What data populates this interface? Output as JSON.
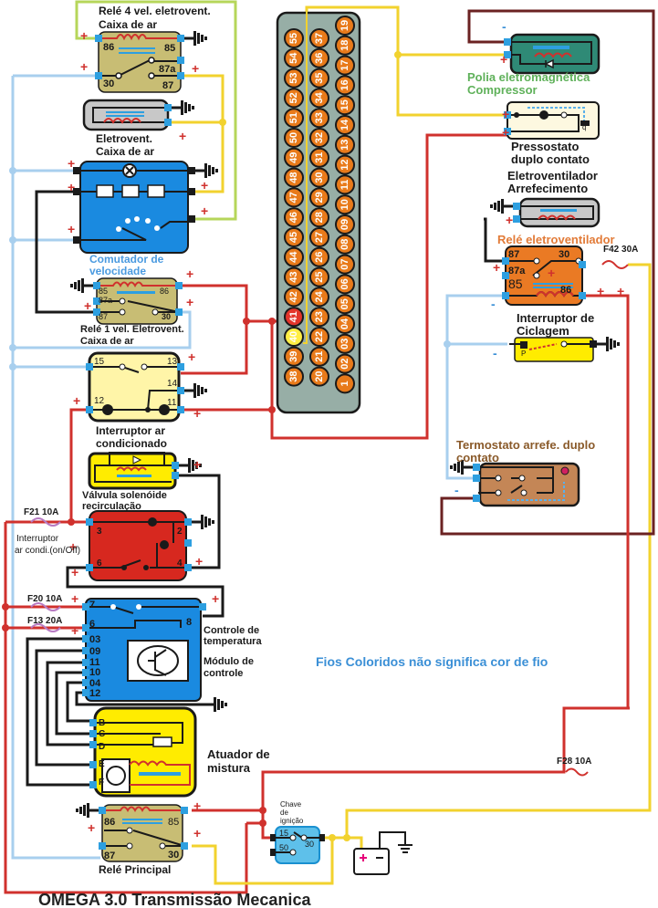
{
  "title": "OMEGA 3.0 Transmissão Mecanica",
  "note": "Fios Coloridos não significa cor de fio",
  "colors": {
    "wire_red": "#d0312d",
    "wire_lightblue": "#a8cfee",
    "wire_yellow": "#f2d22e",
    "wire_lime": "#b6d65a",
    "wire_darkred": "#6b2222",
    "wire_black": "#1a1a1a",
    "relay_olive": "#c8bd74",
    "module_blue": "#1a8ae0",
    "switch_yellow": "#fff5a8",
    "valve_yellow": "#ffec00",
    "red_box": "#d7281f",
    "pulley_teal": "#2f8a76",
    "fan_relay_orange": "#ea7a24",
    "thermostat_brown": "#c48656",
    "connector_grey": "#97aea6",
    "pin_orange": "#e87a1a",
    "pin_red": "#e3352a",
    "pin_yellow": "#ffee44",
    "terminal_blue": "#2d9fe0"
  },
  "components": {
    "rele_4vel": {
      "label_line1": "Relé 4 vel. eletrovent.",
      "label_line2": "Caixa de ar",
      "pins": [
        "86",
        "85",
        "87a",
        "30",
        "87"
      ]
    },
    "eletrovent_caixa": {
      "label_line1": "Eletrovent.",
      "label_line2": "Caixa de ar"
    },
    "comutador": {
      "label_line1": "Comutador de",
      "label_line2": "velocidade"
    },
    "rele_1vel": {
      "label_line1": "Relé 1 vel. Eletrovent.",
      "label_line2": "Caixa de ar",
      "pins": [
        "85",
        "86",
        "87a",
        "87",
        "30"
      ]
    },
    "interruptor_ar": {
      "label_line1": "Interruptor ar",
      "label_line2": "condicionado",
      "pins": [
        "15",
        "13",
        "14",
        "12",
        "11"
      ]
    },
    "valvula": {
      "label_line1": "Válvula solenóide",
      "label_line2": "recirculação"
    },
    "interruptor_onoff": {
      "label_line1": "Interruptor",
      "label_line2": "ar condi.(on/Off)",
      "pins": [
        "3",
        "2",
        "6",
        "4"
      ]
    },
    "controle_temp": {
      "label_line1": "Controle de",
      "label_line2": "temperatura",
      "label_line3": "Módulo de",
      "label_line4": "controle",
      "pins": [
        "7",
        "6",
        "8",
        "03",
        "09",
        "11",
        "10",
        "04",
        "12"
      ]
    },
    "atuador": {
      "label_line1": "Atuador de",
      "label_line2": "mistura",
      "pins": [
        "B",
        "C",
        "D",
        "E",
        "F"
      ]
    },
    "rele_principal": {
      "label": "Relé Principal",
      "pins": [
        "86",
        "85",
        "87",
        "30"
      ]
    },
    "chave_ignicao": {
      "label_line1": "Chave",
      "label_line2": "de",
      "label_line3": "ignição",
      "pins": [
        "15",
        "30",
        "50"
      ]
    },
    "polia": {
      "label_line1": "Polia eletromagnética",
      "label_line2": "Compressor"
    },
    "pressostato": {
      "label_line1": "Pressostato",
      "label_line2": "duplo contato",
      "pin": "q"
    },
    "eletrovent_arref": {
      "label_line1": "Eletroventilador",
      "label_line2": "Arrefecimento"
    },
    "rele_eletrovent": {
      "label": "Relé eletroventilador",
      "pins": [
        "87",
        "30",
        "87a",
        "85",
        "86"
      ]
    },
    "interruptor_ciclagem": {
      "label_line1": "Interruptor de",
      "label_line2": "Ciclagem",
      "pin": "P"
    },
    "termostato": {
      "label_line1": "Termostato arrefe. duplo",
      "label_line2": "contato"
    }
  },
  "fuses": [
    {
      "id": "F21",
      "label": "F21 10A"
    },
    {
      "id": "F20",
      "label": "F20 10A"
    },
    {
      "id": "F13",
      "label": "F13 20A"
    },
    {
      "id": "F42",
      "label": "F42 30A"
    },
    {
      "id": "F28",
      "label": "F28 10A"
    }
  ],
  "connector": {
    "col_left": [
      "55",
      "54",
      "53",
      "52",
      "51",
      "50",
      "49",
      "48",
      "47",
      "46",
      "45",
      "44",
      "43",
      "42",
      "41",
      "40",
      "39",
      "38"
    ],
    "col_mid": [
      "37",
      "36",
      "35",
      "34",
      "33",
      "32",
      "31",
      "30",
      "29",
      "28",
      "27",
      "26",
      "25",
      "24",
      "23",
      "22",
      "21",
      "20"
    ],
    "col_right": [
      "19",
      "18",
      "17",
      "16",
      "15",
      "14",
      "13",
      "12",
      "11",
      "10",
      "09",
      "08",
      "07",
      "06",
      "05",
      "04",
      "03",
      "02",
      "1"
    ],
    "highlight_red": "41",
    "highlight_yellow": "40"
  },
  "symbols": {
    "plus": "+",
    "minus": "-"
  }
}
